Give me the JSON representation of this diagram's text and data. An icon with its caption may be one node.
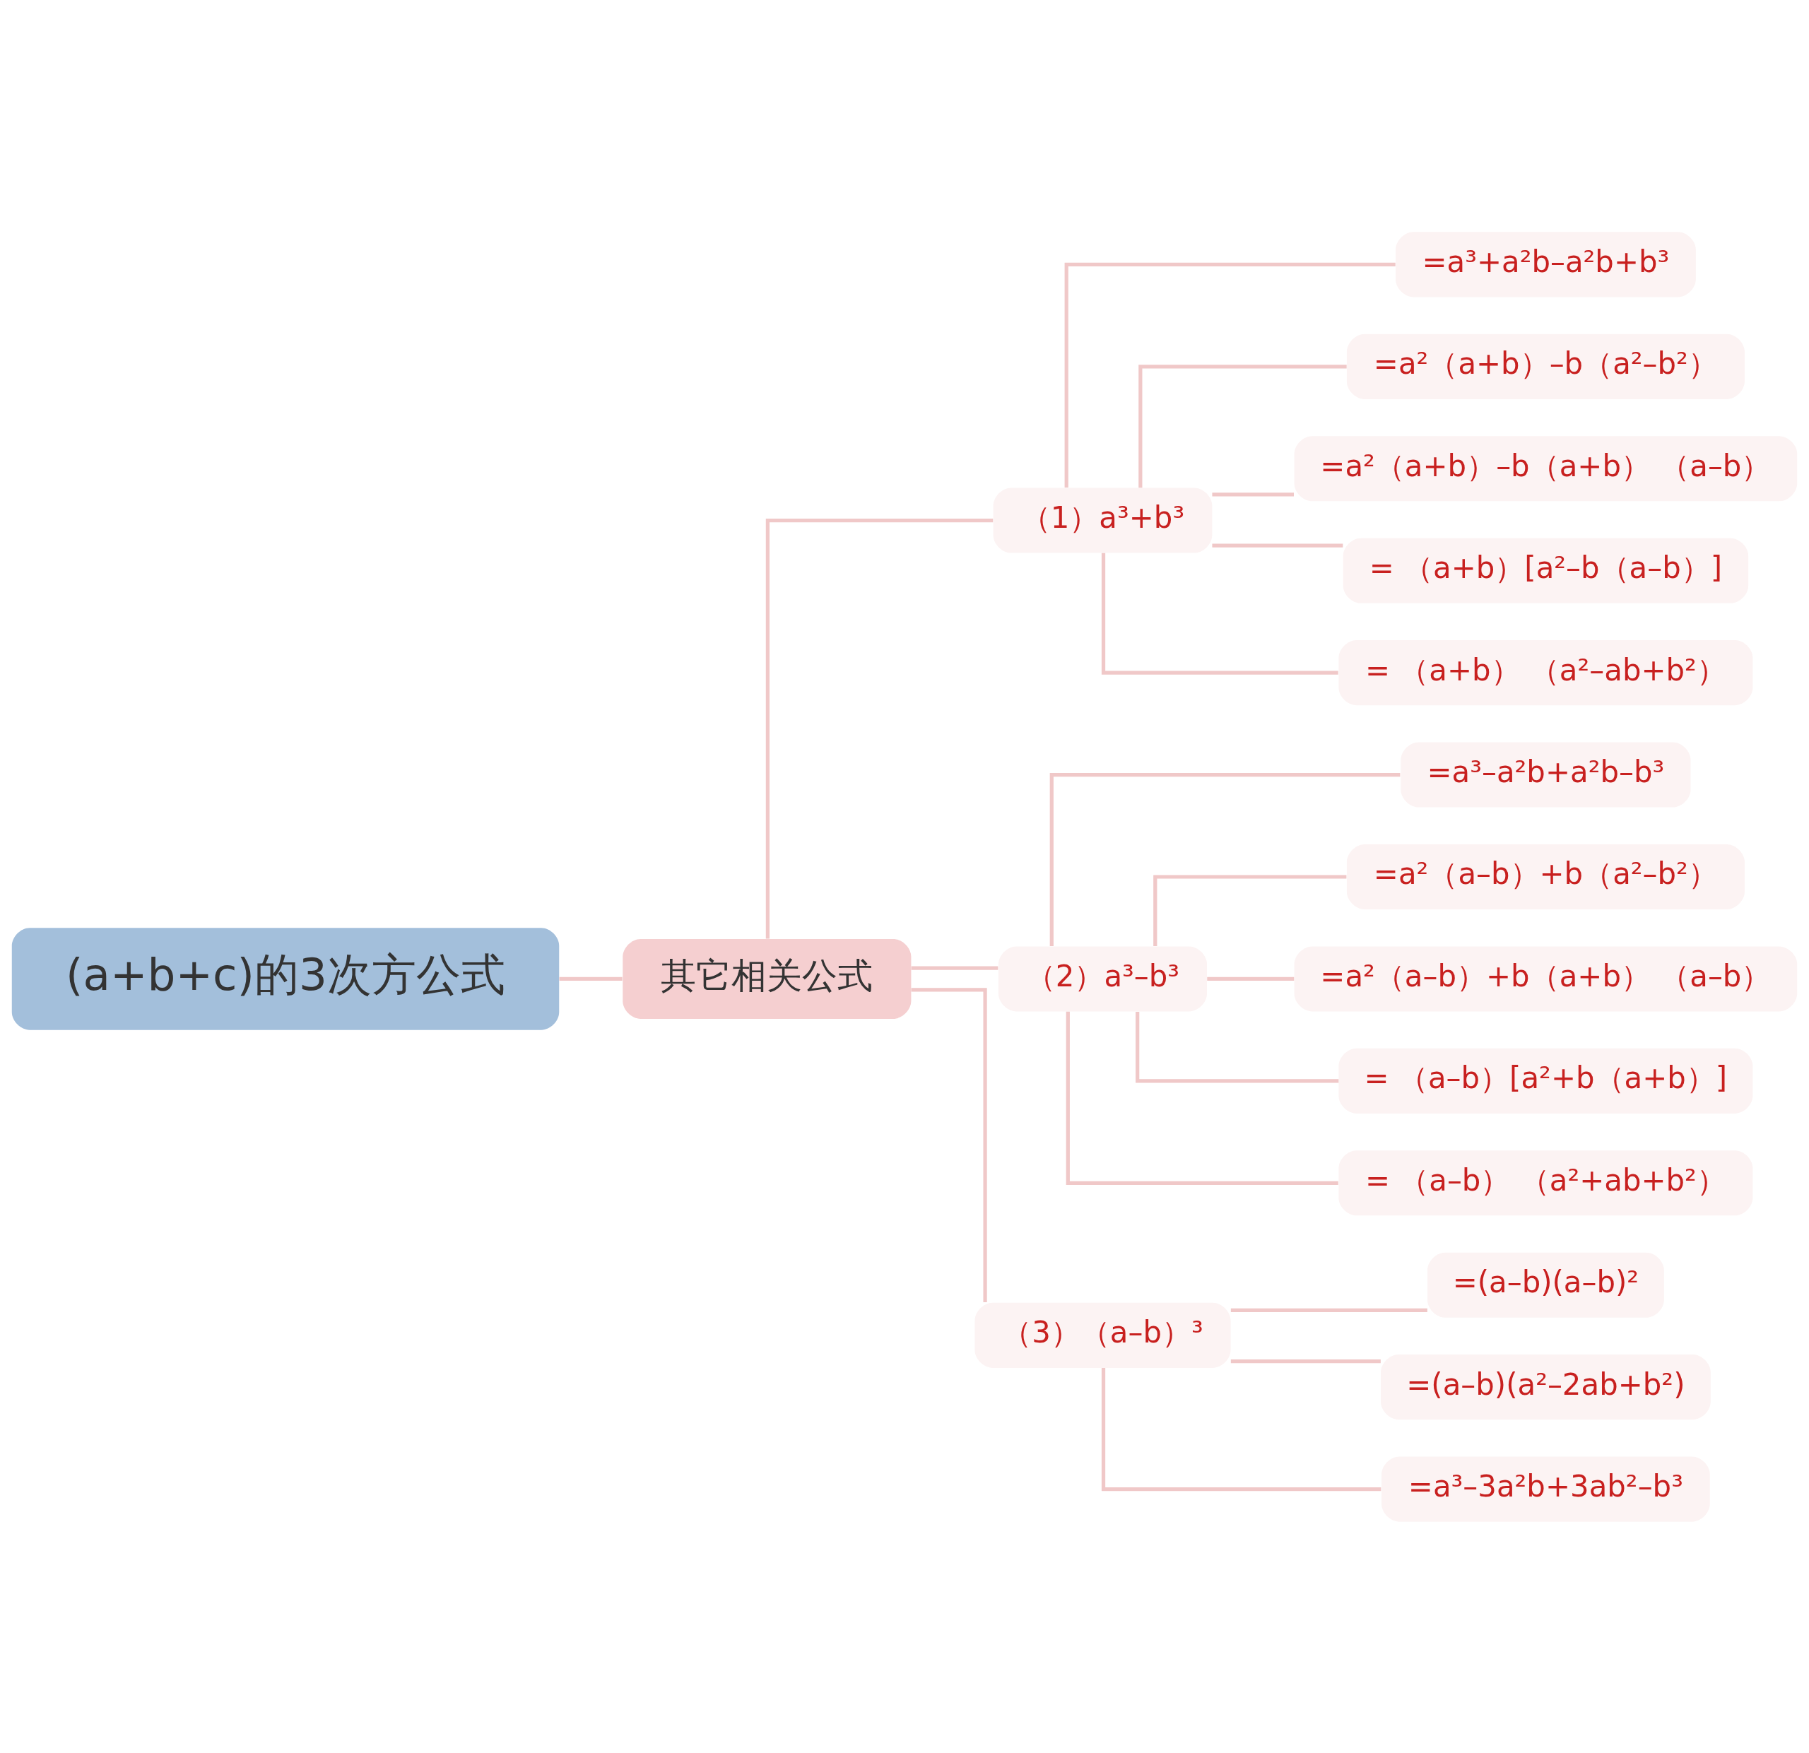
{
  "diagram": {
    "nodes": [
      {
        "text": [
          "(a+b+c)的3次方公式"
        ]
      },
      {
        "text": [
          "其它相关公式"
        ]
      },
      {
        "text": [
          "（1）a³+b³"
        ]
      },
      {
        "text": [
          "=a³+a²b–a²b+b³"
        ]
      },
      {
        "text": [
          "=a²（a+b）–b（a²–b²）"
        ]
      },
      {
        "text": [
          "=a²（a+b）–b（a+b） （a–b）"
        ]
      },
      {
        "text": [
          "= （a+b）[a²–b（a–b）]"
        ]
      },
      {
        "text": [
          "= （a+b） （a²–ab+b²）"
        ]
      },
      {
        "text": [
          "（2）a³–b³"
        ]
      },
      {
        "text": [
          "=a³–a²b+a²b–b³"
        ]
      },
      {
        "text": [
          "=a²（a–b）+b（a²–b²）"
        ]
      },
      {
        "text": [
          "=a²（a–b）+b（a+b） （a–b）"
        ]
      },
      {
        "text": [
          "= （a–b）[a²+b（a+b）]"
        ]
      },
      {
        "text": [
          "= （a–b） （a²+ab+b²）"
        ]
      },
      {
        "text": [
          "（3）（a–b）³"
        ]
      },
      {
        "text": [
          "=(a–b)(a–b)²"
        ]
      },
      {
        "text": [
          "=(a–b)(a²–2ab+b²)"
        ]
      },
      {
        "text": [
          "=a³–3a²b+3ab²–b³"
        ]
      }
    ],
    "edges": [
      {
        "from": 0,
        "to": 1,
        "arrow": "none"
      },
      {
        "from": 1,
        "to": 2,
        "arrow": "none"
      },
      {
        "from": 2,
        "to": 3,
        "arrow": "none"
      },
      {
        "from": 2,
        "to": 4,
        "arrow": "none"
      },
      {
        "from": 2,
        "to": 5,
        "arrow": "none"
      },
      {
        "from": 2,
        "to": 6,
        "arrow": "none"
      },
      {
        "from": 2,
        "to": 7,
        "arrow": "none"
      },
      {
        "from": 1,
        "to": 8,
        "arrow": "none"
      },
      {
        "from": 8,
        "to": 9,
        "arrow": "none"
      },
      {
        "from": 8,
        "to": 10,
        "arrow": "none"
      },
      {
        "from": 8,
        "to": 11,
        "arrow": "none"
      },
      {
        "from": 8,
        "to": 12,
        "arrow": "none"
      },
      {
        "from": 8,
        "to": 13,
        "arrow": "none"
      },
      {
        "from": 1,
        "to": 14,
        "arrow": "none"
      },
      {
        "from": 14,
        "to": 15,
        "arrow": "none"
      },
      {
        "from": 14,
        "to": 16,
        "arrow": "none"
      },
      {
        "from": 14,
        "to": 17,
        "arrow": "none"
      }
    ]
  }
}
